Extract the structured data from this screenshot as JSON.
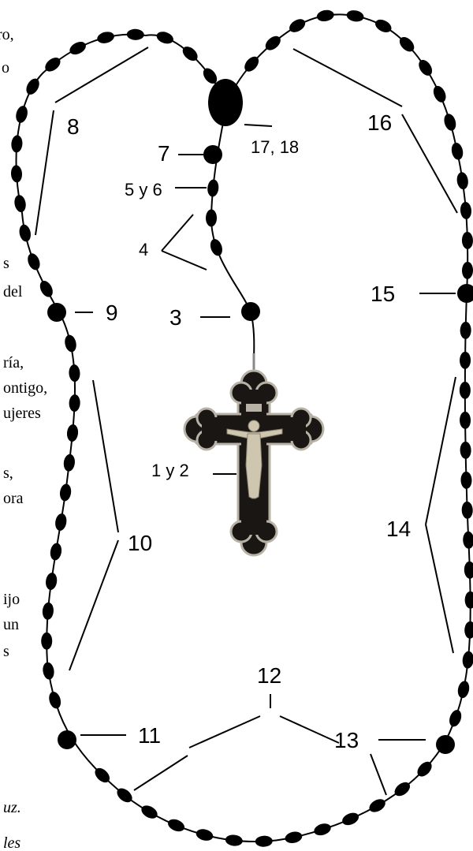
{
  "labels": {
    "l1_2": "1 y 2",
    "l3": "3",
    "l4": "4",
    "l5_6": "5 y 6",
    "l7": "7",
    "l8": "8",
    "l9": "9",
    "l10": "10",
    "l11": "11",
    "l12": "12",
    "l13": "13",
    "l14": "14",
    "l15": "15",
    "l16": "16",
    "l17_18": "17, 18"
  },
  "side_text": [
    "ro,",
    "o",
    ",",
    "s",
    "del",
    "ría,",
    "ontigo,",
    "ujeres",
    "s,",
    "ora",
    "ijo",
    "un",
    "s",
    "uz.",
    "les"
  ],
  "colors": {
    "ink": "#000000",
    "cross_body": "#1a1614",
    "metal": "#b8b2a6",
    "corpus": "#cfc6b0"
  },
  "icons": {
    "crucifix": "crucifix-icon"
  }
}
